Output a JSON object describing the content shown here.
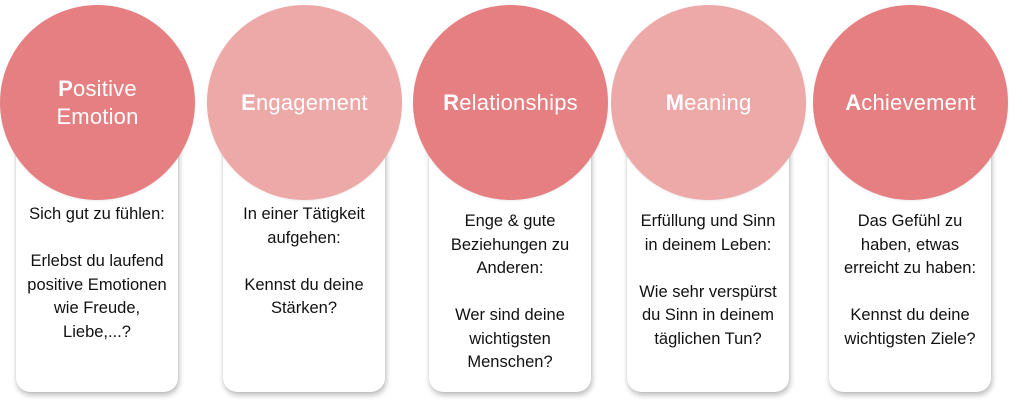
{
  "pillars": [
    {
      "initial": "P",
      "rest_line1": "ositive",
      "line2": "Emotion",
      "color": "#e57f82",
      "description": "Sich gut zu fühlen:\n\nErlebst du laufend\npositive Emotionen\nwie Freude,\nLiebe,...?"
    },
    {
      "initial": "E",
      "rest_line1": "ngagement",
      "line2": "",
      "color": "#eda8a8",
      "description": "In einer Tätigkeit\naufgehen:\n\nKennst du deine\nStärken?"
    },
    {
      "initial": "R",
      "rest_line1": "elationships",
      "line2": "",
      "color": "#e57f82",
      "description": "Enge & gute\nBeziehungen zu\nAnderen:\n\nWer sind deine\nwichtigsten\nMenschen?"
    },
    {
      "initial": "M",
      "rest_line1": "eaning",
      "line2": "",
      "color": "#eda8a8",
      "description": "Erfüllung und Sinn\nin deinem Leben:\n\nWie sehr verspürst\ndu Sinn in deinem\ntäglichen Tun?"
    },
    {
      "initial": "A",
      "rest_line1": "chievement",
      "line2": "",
      "color": "#e57f82",
      "description": "Das Gefühl zu\nhaben, etwas\nerreicht zu haben:\n\nKennst du deine\nwichtigsten Ziele?"
    }
  ]
}
